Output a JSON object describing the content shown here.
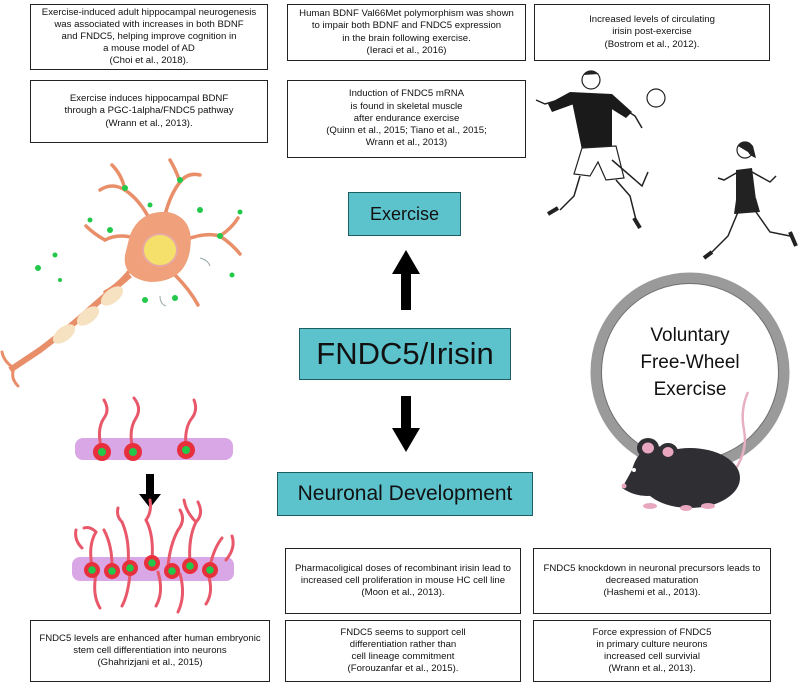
{
  "colors": {
    "teal": "#5cc3cc",
    "neuron_body": "#f0a07a",
    "nucleus": "#f4e06a",
    "dendrite_red": "#e8586a",
    "cell_green": "#22c84a",
    "bar_violet": "#d9a6e6",
    "wheel_gray": "#9a9a9a",
    "mouse_body": "#2e2e33"
  },
  "center": {
    "exercise_label": "Exercise",
    "hub_label": "FNDC5/Irisin",
    "development_label": "Neuronal Development"
  },
  "wheel": {
    "lines": [
      "Voluntary",
      "Free-Wheel",
      "Exercise"
    ]
  },
  "top_boxes": [
    {
      "lines": [
        "Exercise-induced adult hippocampal neurogenesis",
        "was associated with increases in both BDNF",
        "and FNDC5, helping improve cognition in",
        "a mouse model of AD",
        "(Choi et al., 2018)."
      ]
    },
    {
      "lines": [
        "Human BDNF Val66Met polymorphism was shown",
        "to impair  both BDNF and FNDC5 expression",
        "in the brain following exercise.",
        "(Ieraci et al., 2016)"
      ]
    },
    {
      "lines": [
        "Increased levels of circulating",
        "irisin post-exercise",
        "(Bostrom et al., 2012)."
      ]
    },
    {
      "lines": [
        "Exercise induces hippocampal BDNF",
        "through a PGC-1alpha/FNDC5 pathway",
        "(Wrann et al., 2013)."
      ]
    },
    {
      "lines": [
        "Induction of FNDC5 mRNA",
        "is found in skeletal muscle",
        "after endurance exercise",
        "(Quinn et al., 2015; Tiano et al., 2015;",
        "Wrann et al., 2013)"
      ]
    }
  ],
  "bottom_boxes": [
    {
      "lines": [
        "Pharmacoligical doses of recombinant irisin lead to",
        "increased cell proliferation in mouse HC cell line",
        "(Moon et al., 2013)."
      ]
    },
    {
      "lines": [
        "FNDC5  knockdown in neuronal precursors leads to",
        "decreased maturation",
        "(Hashemi et al., 2013)."
      ]
    },
    {
      "lines": [
        "FNDC5 levels are enhanced  after human embryonic",
        "stem cell differentiation into neurons",
        "(Ghahrizjani et al., 2015)"
      ]
    },
    {
      "lines": [
        "FNDC5 seems to support cell",
        "differentiation rather than",
        "cell lineage commitment",
        "(Forouzanfar et al., 2015)."
      ]
    },
    {
      "lines": [
        "Force expression of FNDC5",
        "in primary culture neurons",
        "increased cell survivial",
        "(Wrann et al., 2013)."
      ]
    }
  ]
}
